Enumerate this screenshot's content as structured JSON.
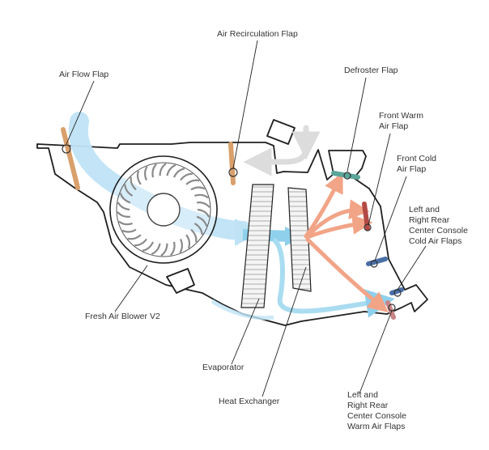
{
  "labels": {
    "air_flow_flap": "Air Flow Flap",
    "air_recirculation_flap": "Air Recirculation Flap",
    "defroster_flap": "Defroster Flap",
    "front_warm_air_flap": [
      "Front Warm",
      "Air Flap"
    ],
    "front_cold_air_flap": [
      "Front Cold",
      "Air Flap"
    ],
    "rear_cold_air_flaps": [
      "Left and",
      "Right Rear",
      "Center Console",
      "Cold Air Flaps"
    ],
    "fresh_air_blower": "Fresh Air Blower V2",
    "evaporator": "Evaporator",
    "heat_exchanger": "Heat Exchanger",
    "rear_warm_air_flaps": [
      "Left and",
      "Right Rear",
      "Center Console",
      "Warm Air Flaps"
    ]
  },
  "colors": {
    "fresh_air": "#bfe3f5",
    "cold_air": "#8fd0ec",
    "warm_air": "#f2a487",
    "recirculated_air": "#dcdcdc",
    "flap_tan": "#d9a06b",
    "flap_teal": "#5aa69a",
    "flap_red": "#b24a45",
    "flap_blue": "#4a6fa8",
    "flap_rose": "#c98585"
  }
}
